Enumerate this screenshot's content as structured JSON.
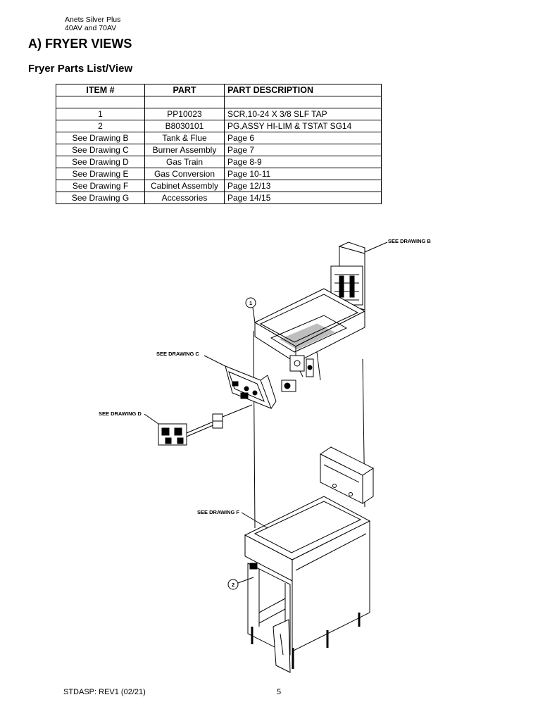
{
  "header": {
    "line1": "Anets Silver Plus",
    "line2": "40AV and 70AV"
  },
  "section_title": "A) FRYER VIEWS",
  "subsection_title": "Fryer Parts List/View",
  "table": {
    "headers": [
      "ITEM #",
      "PART",
      "PART DESCRIPTION"
    ],
    "rows": [
      [
        "",
        "",
        ""
      ],
      [
        "1",
        "PP10023",
        "SCR,10-24 X 3/8 SLF TAP"
      ],
      [
        "2",
        "B8030101",
        "PG,ASSY HI-LIM & TSTAT SG14"
      ],
      [
        "See Drawing B",
        "Tank & Flue",
        "Page 6"
      ],
      [
        "See Drawing C",
        "Burner Assembly",
        "Page 7"
      ],
      [
        "See Drawing D",
        "Gas Train",
        "Page 8-9"
      ],
      [
        "See Drawing E",
        "Gas Conversion",
        "Page 10-11"
      ],
      [
        "See Drawing F",
        "Cabinet Assembly",
        "Page 12/13"
      ],
      [
        "See Drawing G",
        "Accessories",
        "Page 14/15"
      ]
    ]
  },
  "drawing": {
    "callouts": {
      "b": "SEE DRAWING B",
      "c": "SEE DRAWING C",
      "d": "SEE DRAWING D",
      "f": "SEE DRAWING F",
      "item1": "1",
      "item2": "2"
    }
  },
  "footer": {
    "doc_id": "STDASP: REV1 (02/21)",
    "page_number": "5"
  }
}
